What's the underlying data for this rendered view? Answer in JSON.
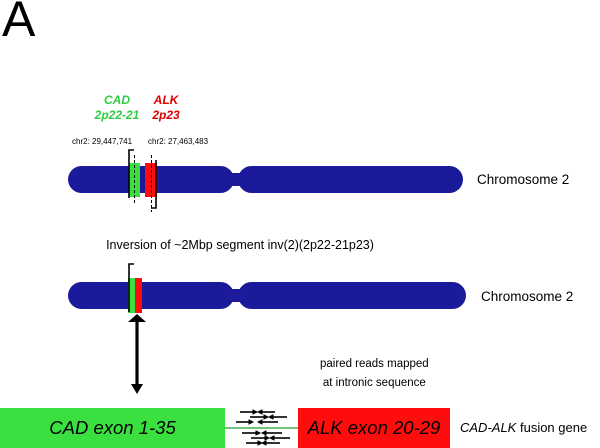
{
  "panel_label": "A",
  "genes": {
    "cad": {
      "name": "CAD",
      "locus": "2p22-21",
      "coord": "chr2: 29,447,741",
      "color": "#2ecc40"
    },
    "alk": {
      "name": "ALK",
      "locus": "2p23",
      "coord": "chr2: 27,463,483",
      "color": "#e00000"
    }
  },
  "chromosome_label": "Chromosome 2",
  "chromosome_label_2": "Chromosome 2",
  "inversion_text": "Inversion of ~2Mbp segment inv(2)(2p22-21p23)",
  "reads_note": {
    "line1": "paired reads mapped",
    "line2": "at intronic sequence"
  },
  "fusion": {
    "cad_exon": "CAD exon 1-35",
    "alk_exon": "ALK exon 20-29",
    "label_gene": "CAD-ALK",
    "label_rest": " fusion gene"
  },
  "colors": {
    "chromosome": "#1a1a9a",
    "green": "#39e03f",
    "red": "#ff0d0d"
  }
}
